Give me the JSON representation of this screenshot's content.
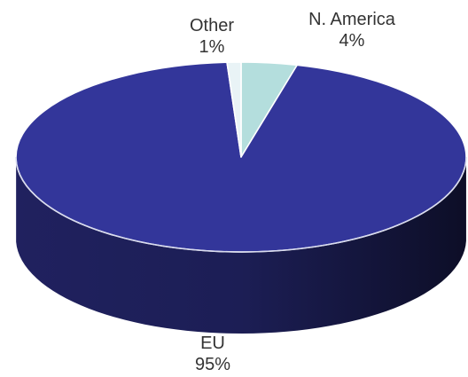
{
  "chart_data": {
    "type": "pie",
    "style": "3d",
    "slices": [
      {
        "label": "N. America",
        "value": 4,
        "display": "4%",
        "color": "#b4dedd"
      },
      {
        "label": "EU",
        "value": 95,
        "display": "95%",
        "color": "#33369a"
      },
      {
        "label": "Other",
        "value": 1,
        "display": "1%",
        "color": "#e9f3f6"
      }
    ]
  }
}
